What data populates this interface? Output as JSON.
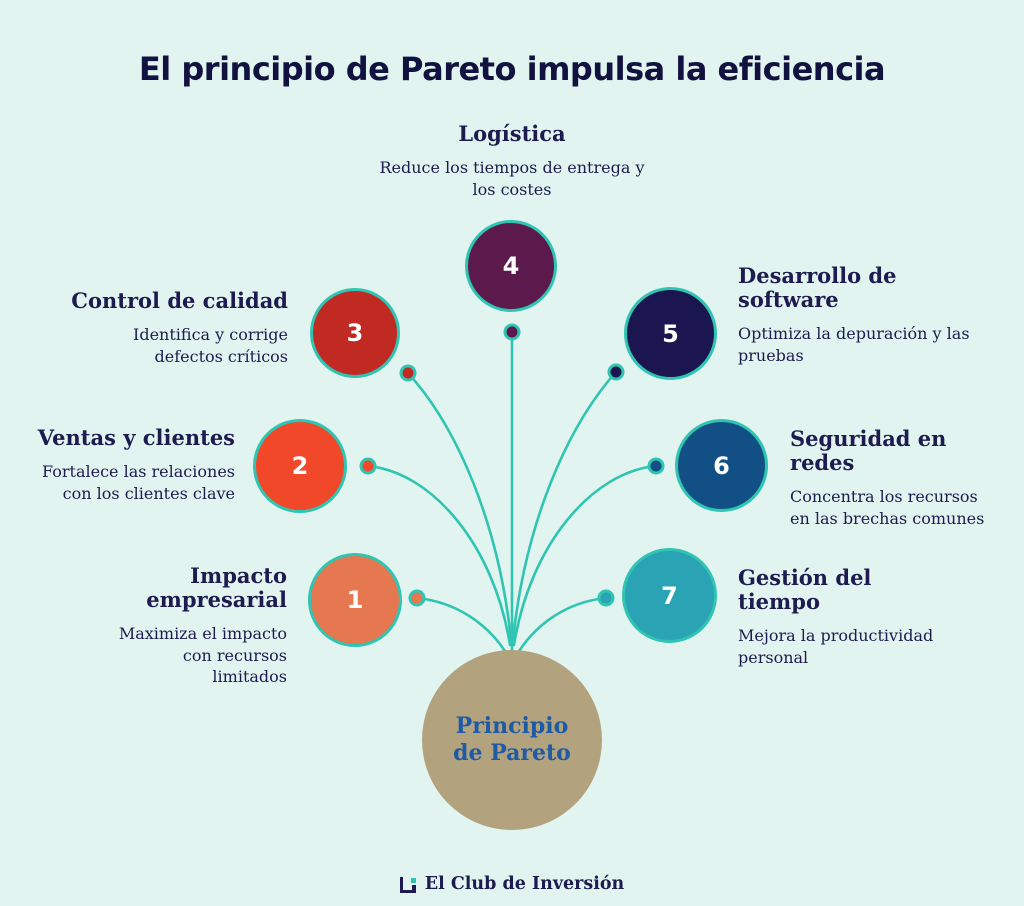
{
  "title": "El principio de Pareto impulsa la eficiencia",
  "nodes": [
    {
      "number": "1",
      "heading": "Impacto empresarial",
      "description": "Maximiza el impacto con recursos limitados",
      "color": "#e57850"
    },
    {
      "number": "2",
      "heading": "Ventas y clientes",
      "description": "Fortalece las relaciones con los clientes clave",
      "color": "#f2482a"
    },
    {
      "number": "3",
      "heading": "Control de calidad",
      "description": "Identifica y corrige defectos críticos",
      "color": "#c02a23"
    },
    {
      "number": "4",
      "heading": "Logística",
      "description": "Reduce los tiempos de entrega y los costes",
      "color": "#5b1a4b"
    },
    {
      "number": "5",
      "heading": "Desarrollo de software",
      "description": "Optimiza la depuración y las pruebas",
      "color": "#1b1550"
    },
    {
      "number": "6",
      "heading": "Seguridad en redes",
      "description": "Concentra los recursos en las brechas comunes",
      "color": "#124f85"
    },
    {
      "number": "7",
      "heading": "Gestión del tiempo",
      "description": "Mejora la productividad personal",
      "color": "#2aa3b4"
    }
  ],
  "center": {
    "label": "Principio de Pareto",
    "color": "#b2a27e"
  },
  "footer": {
    "brand": "El Club de Inversión",
    "logo_icon": "club-bracket-logo-icon"
  },
  "colors": {
    "background": "#e2f4ef",
    "line": "#2fc5b2",
    "title": "#121240",
    "text": "#1d1b4f",
    "center_text": "#1e5ba6"
  }
}
